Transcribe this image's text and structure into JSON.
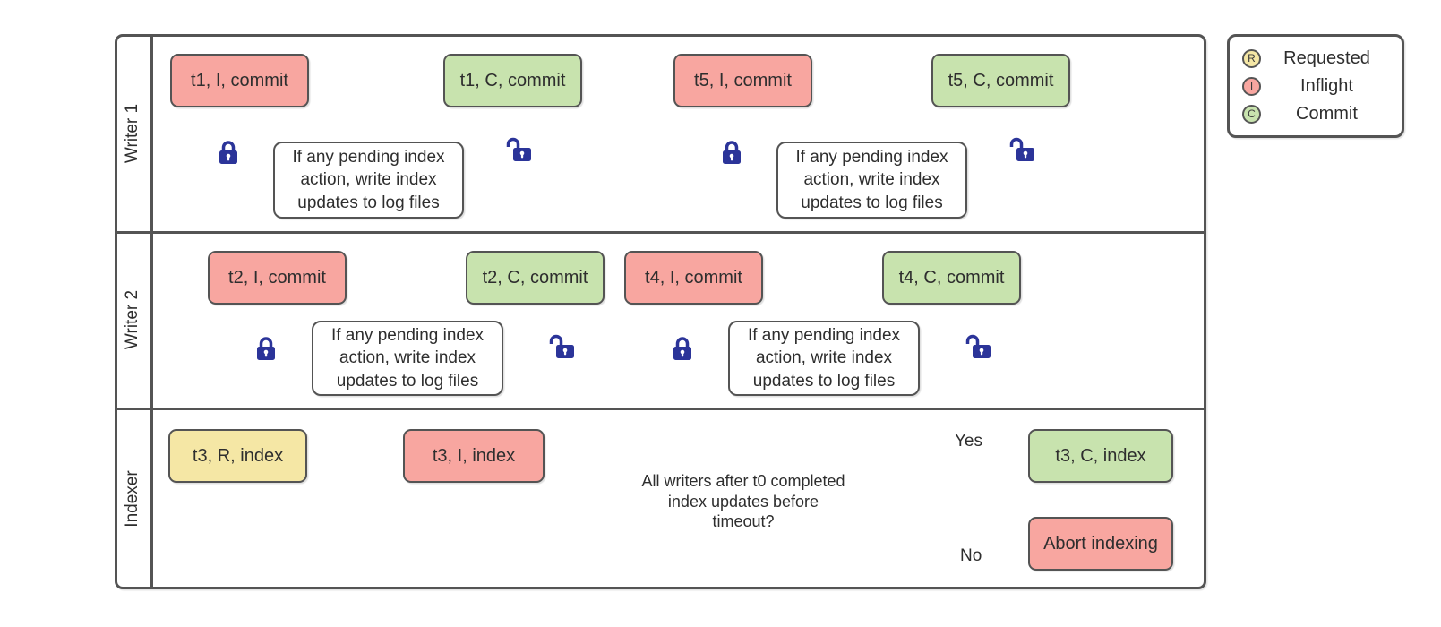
{
  "legend": {
    "items": [
      {
        "letter": "R",
        "label": "Requested"
      },
      {
        "letter": "I",
        "label": "Inflight"
      },
      {
        "letter": "C",
        "label": "Commit"
      }
    ]
  },
  "lanes": [
    {
      "label": "Writer 1"
    },
    {
      "label": "Writer 2"
    },
    {
      "label": "Indexer"
    }
  ],
  "nodes": {
    "t1_inflight": "t1, I, commit",
    "t1_action": "If any pending index action, write index updates to log files",
    "t1_commit": "t1, C, commit",
    "t5_inflight": "t5, I, commit",
    "t5_action": "If any pending index action, write index updates to log files",
    "t5_commit": "t5, C, commit",
    "t2_inflight": "t2, I, commit",
    "t2_action": "If any pending index action, write index updates to log files",
    "t2_commit": "t2, C, commit",
    "t4_inflight": "t4, I, commit",
    "t4_action": "If any pending index action, write index updates to log files",
    "t4_commit": "t4, C, commit",
    "t3_requested": "t3, R, index",
    "t3_inflight": "t3, I, index",
    "decision": "All writers after t0 completed index updates before timeout?",
    "branch_yes": "Yes",
    "branch_no": "No",
    "t3_commit": "t3, C, index",
    "abort": "Abort indexing"
  },
  "colors": {
    "inflight_fill": "#f8a6a0",
    "commit_fill": "#c8e3ae",
    "requested_fill": "#f5e7a5",
    "shape_border": "#545454",
    "connector": "#5b5b5b",
    "lock_blue": "#2b3499",
    "text": "#2e2e2e"
  }
}
